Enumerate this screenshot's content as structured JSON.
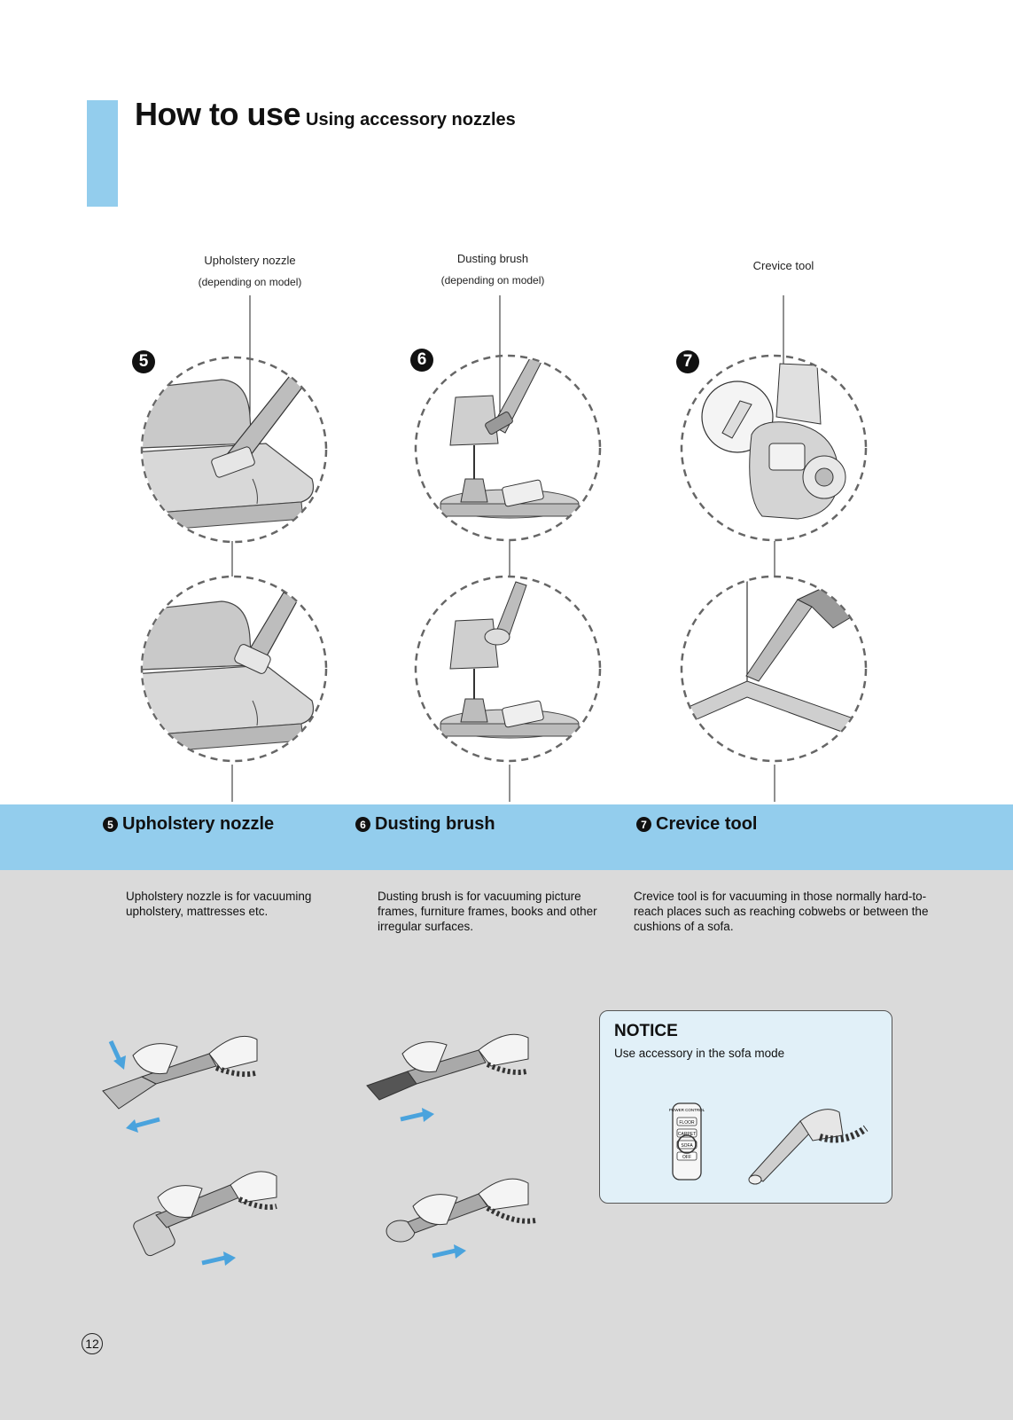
{
  "header": {
    "title": "How to use",
    "subtitle": "Using accessory nozzles"
  },
  "callouts": [
    {
      "label": "Upholstery nozzle",
      "note": "(depending on model)"
    },
    {
      "label": "Dusting brush",
      "note": "(depending on model)"
    },
    {
      "label": "Crevice tool",
      "note": ""
    }
  ],
  "steps": [
    {
      "number": "5",
      "title": "Upholstery nozzle",
      "description": "Upholstery nozzle is for vacuuming upholstery, mattresses etc."
    },
    {
      "number": "6",
      "title": "Dusting brush",
      "description": "Dusting brush is for vacuuming picture frames, furniture frames, books and other irregular surfaces."
    },
    {
      "number": "7",
      "title": "Crevice tool",
      "description": "Crevice tool is for vacuuming in those normally hard-to-reach places such as reaching cobwebs or between the cushions of a sofa."
    }
  ],
  "notice": {
    "title": "NOTICE",
    "text": "Use accessory in the sofa mode",
    "control_panel": {
      "heading": "POWER CONTROL",
      "buttons": [
        "FLOOR",
        "CARPET",
        "SOFA",
        "OFF"
      ]
    }
  },
  "page_number": "12",
  "colors": {
    "accent": "#93cded",
    "band": "#93cded",
    "panel": "#dadada",
    "notice_bg": "#e1f0f8",
    "arrow": "#4aa3dd"
  }
}
